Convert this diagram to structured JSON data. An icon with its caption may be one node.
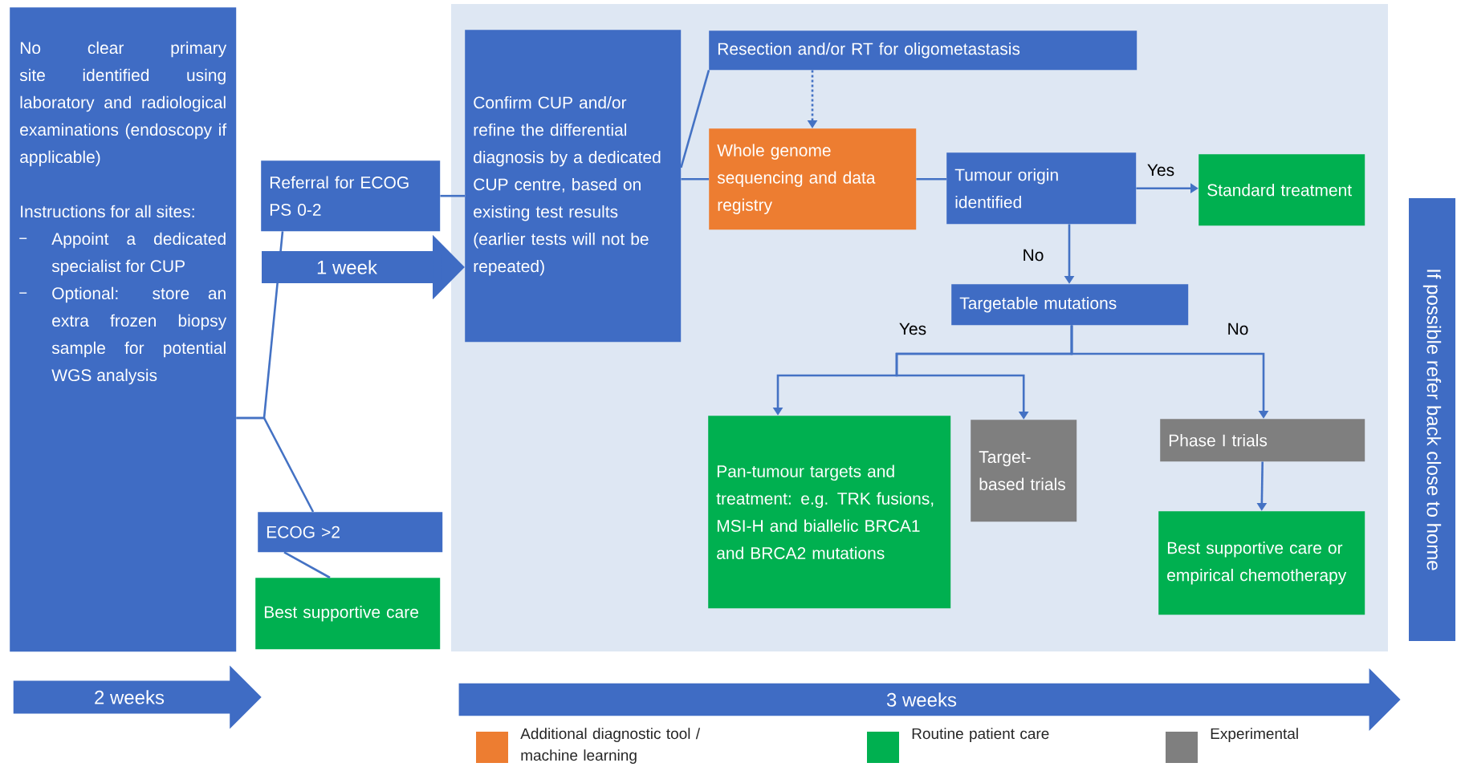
{
  "diagram": {
    "nodes": [
      {
        "text": [
          "No clear primary site identified using laboratory and radiological examinations (endoscopy if applicable)",
          "Instructions for all sites:",
          "Appoint a dedicated specialist for CUP",
          "Optional: store an extra frozen biopsy sample for potential WGS analysis"
        ]
      },
      {
        "text": [
          "Referral for ECOG PS 0-2"
        ]
      },
      {
        "text": [
          "ECOG >2"
        ]
      },
      {
        "text": [
          "Best supportive care"
        ]
      },
      {
        "text": [
          "2 weeks"
        ]
      },
      {
        "text": [
          "Confirm CUP and/or refine the differential diagnosis by a dedicated CUP centre, based on existing test results (earlier tests will not be repeated)"
        ]
      },
      {
        "text": [
          "Resection and/or RT for oligometastasis"
        ]
      },
      {
        "text": [
          "Whole genome sequencing  and data registry"
        ]
      },
      {
        "text": [
          "Tumour origin identified"
        ]
      },
      {
        "text": [
          "Standard treatment"
        ]
      },
      {
        "text": [
          "Targetable mutations"
        ]
      },
      {
        "text": [
          "Pan-tumour targets and treatment: e.g. TRK fusions, MSI-H and biallelic BRCA1 and BRCA2 mutations"
        ]
      },
      {
        "text": [
          "Target-based trials"
        ]
      },
      {
        "text": [
          "Phase I trials"
        ]
      },
      {
        "text": [
          "Best supportive care or empirical chemotherapy"
        ]
      },
      {
        "text": [
          "If possible refer back close to home"
        ]
      },
      {
        "text": [
          "3 weeks"
        ]
      }
    ],
    "edges": [
      {
        "from": 0,
        "to": 1,
        "arrow": "none"
      },
      {
        "from": 0,
        "to": 2,
        "arrow": "none"
      },
      {
        "from": 2,
        "to": 3,
        "arrow": "none"
      },
      {
        "from": 1,
        "to": 5,
        "arrow": "none"
      },
      {
        "from": 5,
        "to": 6,
        "arrow": "none"
      },
      {
        "from": 5,
        "to": 7,
        "arrow": "none"
      },
      {
        "from": 6,
        "to": 7,
        "arrow": "to",
        "style": "dashed"
      },
      {
        "from": 7,
        "to": 8,
        "arrow": "none"
      },
      {
        "from": 8,
        "to": 9,
        "arrow": "to",
        "label": "Yes"
      },
      {
        "from": 8,
        "to": 10,
        "arrow": "to",
        "label": "No"
      },
      {
        "from": 10,
        "to": 11,
        "arrow": "to",
        "label": "Yes"
      },
      {
        "from": 10,
        "to": 12,
        "arrow": "to"
      },
      {
        "from": 10,
        "to": 13,
        "arrow": "to",
        "label": "No"
      },
      {
        "from": 13,
        "to": 14,
        "arrow": "to"
      },
      {
        "from": null,
        "to": 5,
        "arrow": "to",
        "label": "1 week",
        "style": "thick"
      }
    ],
    "legend": [
      {
        "text": "Additional diagnostic tool / machine learning",
        "color": "#ed7d31"
      },
      {
        "text": "Routine patient care",
        "color": "#00b050"
      },
      {
        "text": "Experimental",
        "color": "#7f7f7f"
      }
    ]
  }
}
